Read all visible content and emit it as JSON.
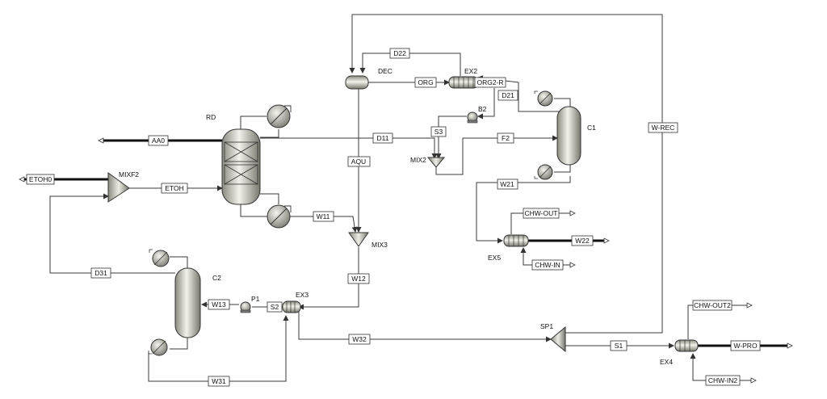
{
  "units": {
    "rd": "RD",
    "mixf2": "MIXF2",
    "dec": "DEC",
    "ex2": "EX2",
    "b2": "B2",
    "mix2": "MIX2",
    "c1": "C1",
    "ex5": "EX5",
    "mix3": "MIX3",
    "c2": "C2",
    "p1": "P1",
    "ex3": "EX3",
    "sp1": "SP1",
    "ex4": "EX4"
  },
  "streams": {
    "aa0": "AA0",
    "etoh0": "ETOH0",
    "etoh": "ETOH",
    "d22": "D22",
    "org": "ORG",
    "org2r": "ORG2-R",
    "d21": "D21",
    "s3": "S3",
    "d11": "D11",
    "f2": "F2",
    "aqu": "AQU",
    "w21": "W21",
    "chwout": "CHW-OUT",
    "w22": "W22",
    "chwin": "CHW-IN",
    "w11": "W11",
    "wrec": "W-REC",
    "d31": "D31",
    "w12": "W12",
    "w13": "W13",
    "s2": "S2",
    "w32": "W32",
    "s1": "S1",
    "chwout2": "CHW-OUT2",
    "wpro": "W-PRO",
    "chwin2": "CHW-IN2",
    "w31": "W31"
  }
}
